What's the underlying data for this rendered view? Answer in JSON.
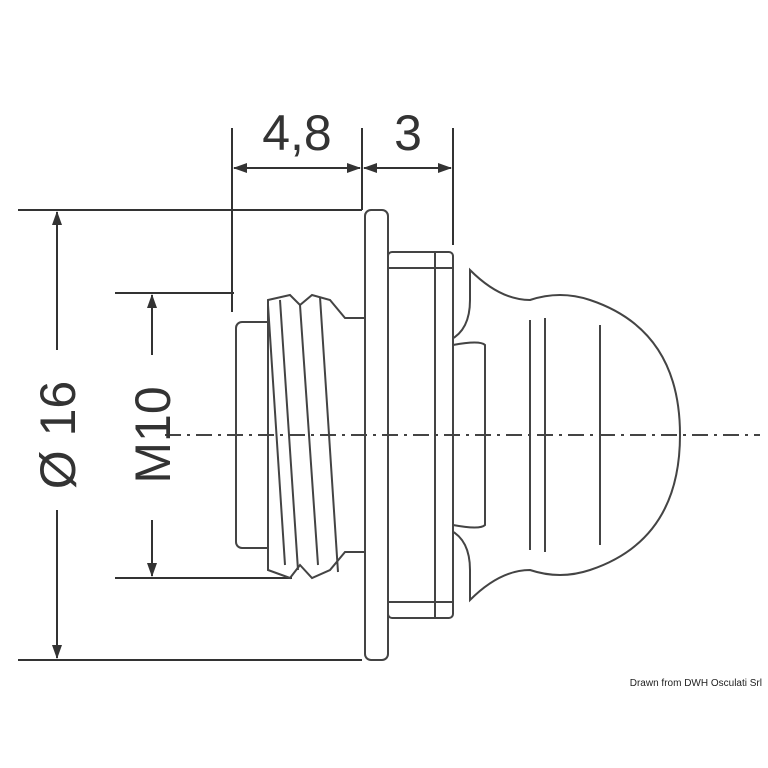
{
  "dimensions": {
    "thread_length": "4,8",
    "flange_to_hex": "3",
    "diameter": "Ø 16",
    "thread": "M10"
  },
  "credit": "Drawn from DWH Osculati Srl",
  "colors": {
    "line": "#333333",
    "fill": "#ffffff"
  }
}
